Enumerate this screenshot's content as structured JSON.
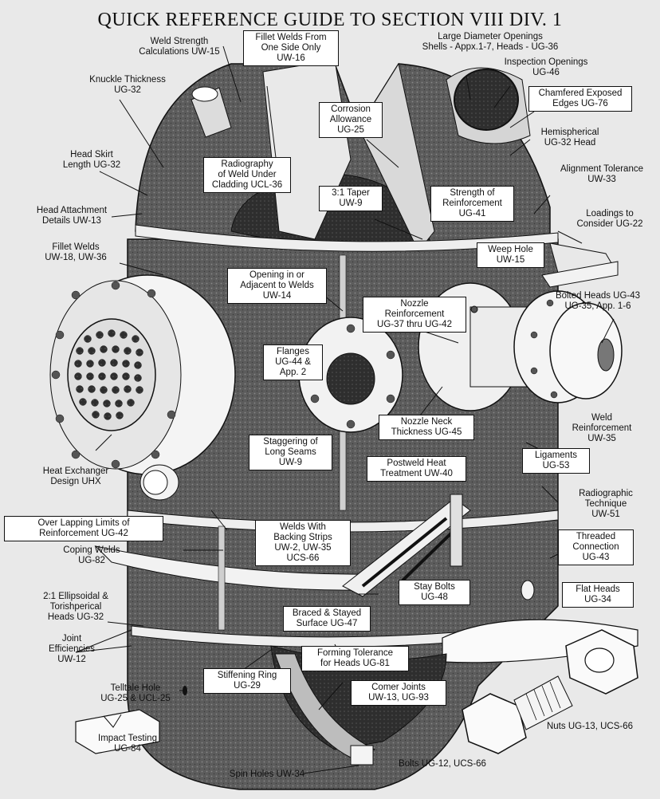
{
  "title": "QUICK REFERENCE GUIDE TO SECTION VIII DIV. 1",
  "callouts": {
    "weld_strength": "Weld Strength\nCalculations UW-15",
    "fillet_one_side": "Fillet Welds From\nOne Side Only\nUW-16",
    "large_openings": "Large Diameter Openings\nShells - Appx.1-7, Heads - UG-36",
    "inspection_openings": "Inspection Openings\nUG-46",
    "chamfered_edges": "Chamfered Exposed\nEdges UG-76",
    "knuckle": "Knuckle Thickness\nUG-32",
    "corrosion": "Corrosion\nAllowance\nUG-25",
    "hemispherical": "Hemispherical\nUG-32 Head",
    "head_skirt": "Head Skirt\nLength UG-32",
    "radiography_cladding": "Radiography\nof Weld Under\nCladding UCL-36",
    "alignment": "Alignment Tolerance\nUW-33",
    "taper": "3:1 Taper\nUW-9",
    "strength_reinf": "Strength of\nReinforcement\nUG-41",
    "head_attach": "Head Attachment\nDetails UW-13",
    "loadings": "Loadings to\nConsider UG-22",
    "fillet_welds": "Fillet Welds\nUW-18, UW-36",
    "weep_hole": "Weep Hole\nUW-15",
    "opening_adjacent": "Opening in or\nAdjacent to Welds\nUW-14",
    "nozzle_reinf": "Nozzle\nReinforcement\nUG-37 thru UG-42",
    "bolted_heads": "Bolted Heads UG-43\nUG-35, App. 1-6",
    "flanges": "Flanges\nUG-44 &\nApp. 2",
    "nozzle_neck": "Nozzle Neck\nThickness UG-45",
    "weld_reinf": "Weld\nReinforcement\nUW-35",
    "staggering": "Staggering of\nLong Seams\nUW-9",
    "ligaments": "Ligaments\nUG-53",
    "postweld": "Postweld Heat\nTreatment UW-40",
    "heat_exchanger": "Heat Exchanger\nDesign UHX",
    "radiographic_tech": "Radiographic\nTechnique\nUW-51",
    "overlapping": "Over Lapping Limits of\nReinforcement UG-42",
    "threaded": "Threaded\nConnection\nUG-43",
    "backing_strips": "Welds With\nBacking Strips\nUW-2, UW-35\nUCS-66",
    "coping": "Coping Welds\nUG-82",
    "stay_bolts": "Stay Bolts\nUG-48",
    "flat_heads": "Flat Heads\nUG-34",
    "ellipsoidal": "2:1 Ellipsoidal &\nTorishperical\nHeads UG-32",
    "braced": "Braced & Stayed\nSurface UG-47",
    "joint_eff": "Joint\nEfficiencies\nUW-12",
    "forming_tol": "Forming Tolerance\nfor Heads UG-81",
    "stiffening": "Stiffening Ring\nUG-29",
    "telltale": "Telltale Hole\nUG-25 & UCL-25",
    "corner_joints": "Comer Joints\nUW-13, UG-93",
    "nuts": "Nuts UG-13, UCS-66",
    "impact": "Impact Testing\nUG-84",
    "bolts": "Bolts UG-12, UCS-66",
    "spin_holes": "Spin Holes UW-34"
  }
}
